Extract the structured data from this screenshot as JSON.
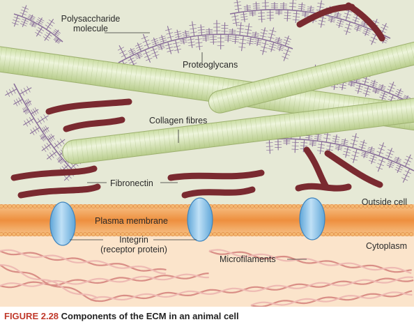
{
  "labels": {
    "polysaccharide_1": "Polysaccharide",
    "polysaccharide_2": "molecule",
    "proteoglycans": "Proteoglycans",
    "collagen": "Collagen fibres",
    "fibronectin": "Fibronectin",
    "plasma_membrane": "Plasma membrane",
    "integrin_1": "Integrin",
    "integrin_2": "(receptor protein)",
    "outside_cell": "Outside cell",
    "cytoplasm": "Cytoplasm",
    "microfilaments": "Microfilaments"
  },
  "caption": {
    "number": "FIGURE 2.28",
    "text": "Components of the ECM in an animal cell"
  },
  "colors": {
    "ecm_background": "#e6e9d6",
    "cytoplasm": "#fbe4cb",
    "membrane": "#f0a052",
    "collagen": "#d8e8b6",
    "fibronectin": "#7a2a30",
    "proteoglycan": "#7a5a90",
    "integrin": "#8ec5ea",
    "microfilament": "#e6b0a8",
    "caption_accent": "#c0392b"
  }
}
